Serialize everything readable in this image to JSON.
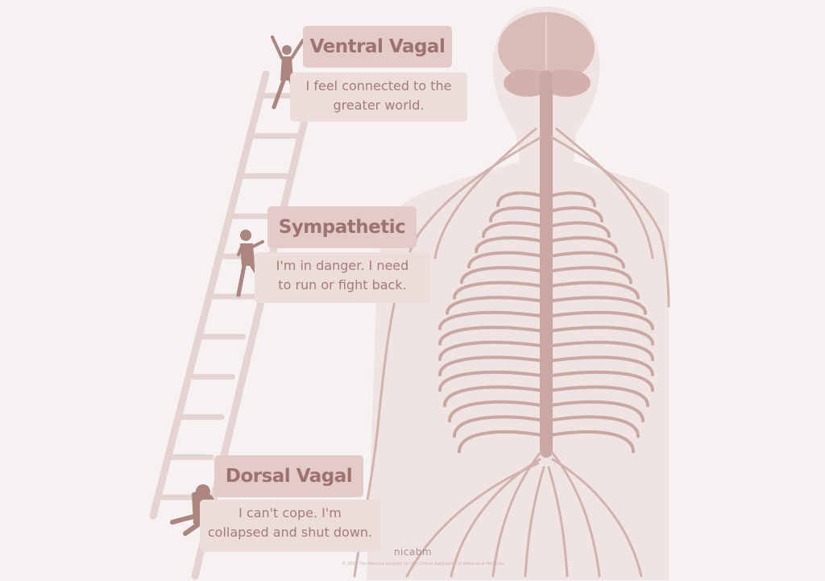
{
  "states": {
    "ventral": {
      "title": "Ventral Vagal",
      "text": "I feel connected to the\ngreater world."
    },
    "sympathetic": {
      "title": "Sympathetic",
      "text": "I'm in danger.  I need\nto run or fight back."
    },
    "dorsal": {
      "title": "Dorsal Vagal",
      "text": "I can't cope.  I'm\ncollapsed and shut down."
    }
  },
  "logo": "nicabm",
  "copyright": "© 2018 The National Institute for the Clinical Application of Behavioral Medicine",
  "colors": {
    "background": "#f7f2f2",
    "body": "#f0e4e3",
    "nerve": "#c9a7a3",
    "ladder": "#e5d3d1",
    "figure": "#ab857f",
    "label": "#e3cbc8",
    "text": "#9e726e"
  }
}
